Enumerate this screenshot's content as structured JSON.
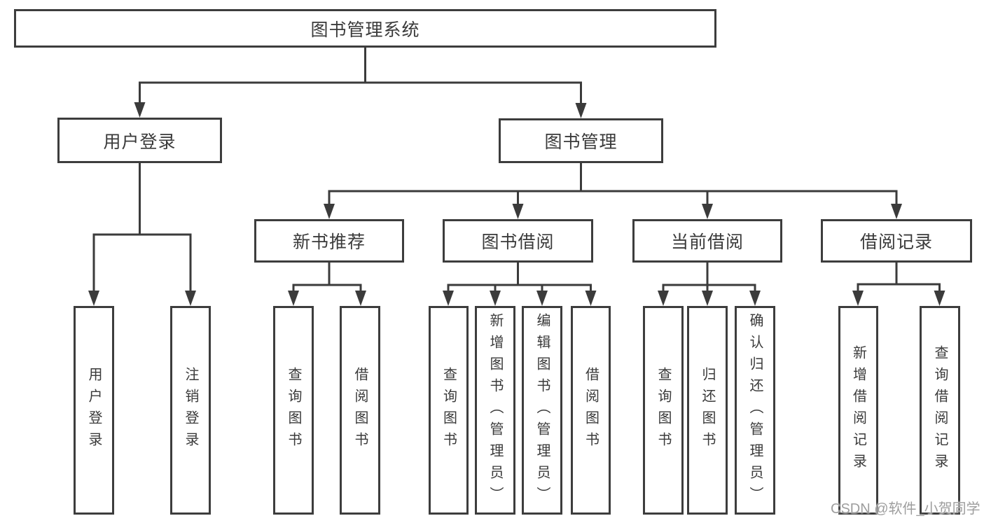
{
  "diagram": {
    "type": "tree",
    "line_color": "#3b3b3b",
    "box_border_color": "#3d3d3d",
    "text_color": "#3a3a3a",
    "background_color": "#ffffff",
    "root": {
      "label": "图书管理系统",
      "children": [
        {
          "label": "用户登录",
          "children": [
            {
              "label": "用户登录"
            },
            {
              "label": "注销登录"
            }
          ]
        },
        {
          "label": "图书管理",
          "children": [
            {
              "label": "新书推荐",
              "children": [
                {
                  "label": "查询图书"
                },
                {
                  "label": "借阅图书"
                }
              ]
            },
            {
              "label": "图书借阅",
              "children": [
                {
                  "label": "查询图书"
                },
                {
                  "label": "新增图书（管理员）"
                },
                {
                  "label": "编辑图书（管理员）"
                },
                {
                  "label": "借阅图书"
                }
              ]
            },
            {
              "label": "当前借阅",
              "children": [
                {
                  "label": "查询图书"
                },
                {
                  "label": "归还图书"
                },
                {
                  "label": "确认归还（管理员）"
                }
              ]
            },
            {
              "label": "借阅记录",
              "children": [
                {
                  "label": "新增借阅记录"
                },
                {
                  "label": "查询借阅记录"
                }
              ]
            }
          ]
        }
      ]
    }
  },
  "watermark": {
    "text": "CSDN @软件_小贺同学",
    "color": "#9e9e9e"
  }
}
